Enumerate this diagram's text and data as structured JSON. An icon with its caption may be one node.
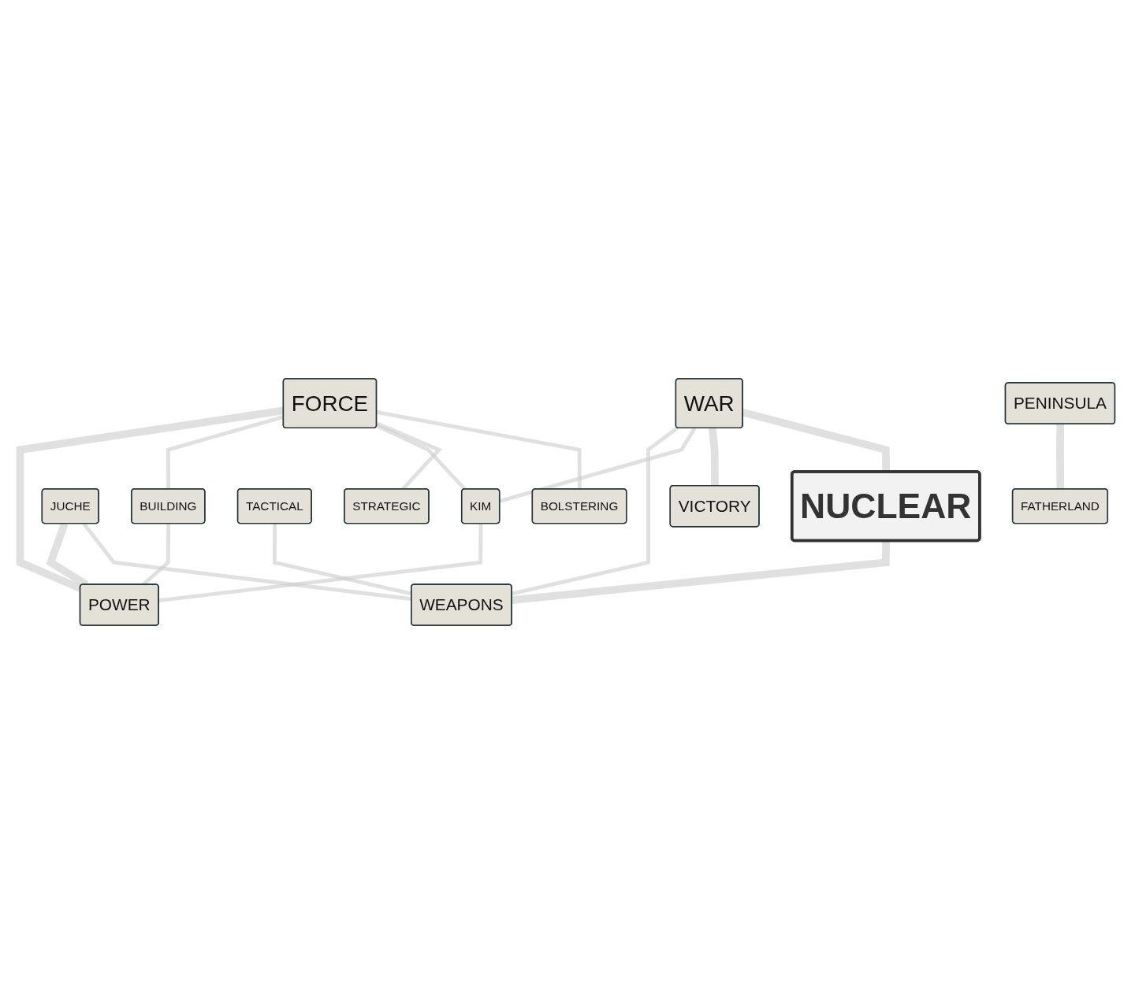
{
  "diagram": {
    "nodes": [
      {
        "text": [
          "BOLSTERING"
        ]
      },
      {
        "text": [
          "FORCE"
        ]
      },
      {
        "text": [
          "JUCHE"
        ]
      },
      {
        "text": [
          "PENINSULA"
        ]
      },
      {
        "text": [
          "NUCLEAR"
        ]
      },
      {
        "text": [
          "TACTICAL"
        ]
      },
      {
        "text": [
          "STRATEGIC"
        ]
      },
      {
        "text": [
          "WAR"
        ]
      },
      {
        "text": [
          "VICTORY"
        ]
      },
      {
        "text": [
          "KIM"
        ]
      },
      {
        "text": [
          "POWER"
        ]
      },
      {
        "text": [
          "BUILDING"
        ]
      },
      {
        "text": [
          "FATHERLAND"
        ]
      },
      {
        "text": [
          "WEAPONS"
        ]
      }
    ],
    "edges": [
      {
        "from": 1,
        "to": 0,
        "arrow": "none"
      },
      {
        "from": 1,
        "to": 6,
        "arrow": "none"
      },
      {
        "from": 1,
        "to": 9,
        "arrow": "none"
      },
      {
        "from": 1,
        "to": 11,
        "arrow": "none"
      },
      {
        "from": 1,
        "to": 10,
        "arrow": "none",
        "style": "thick"
      },
      {
        "from": 2,
        "to": 13,
        "arrow": "none"
      },
      {
        "from": 2,
        "to": 10,
        "arrow": "none",
        "style": "thick"
      },
      {
        "from": 5,
        "to": 13,
        "arrow": "none"
      },
      {
        "from": 3,
        "to": 12,
        "arrow": "none",
        "style": "thick"
      },
      {
        "from": 7,
        "to": 4,
        "arrow": "none",
        "style": "thick"
      },
      {
        "from": 7,
        "to": 8,
        "arrow": "none",
        "style": "thick"
      },
      {
        "from": 7,
        "to": 9,
        "arrow": "none"
      },
      {
        "from": 7,
        "to": 13,
        "arrow": "none"
      },
      {
        "from": 9,
        "to": 10,
        "arrow": "none"
      },
      {
        "from": 4,
        "to": 13,
        "arrow": "none",
        "style": "thick"
      },
      {
        "from": 11,
        "to": 10,
        "arrow": "none"
      }
    ]
  }
}
